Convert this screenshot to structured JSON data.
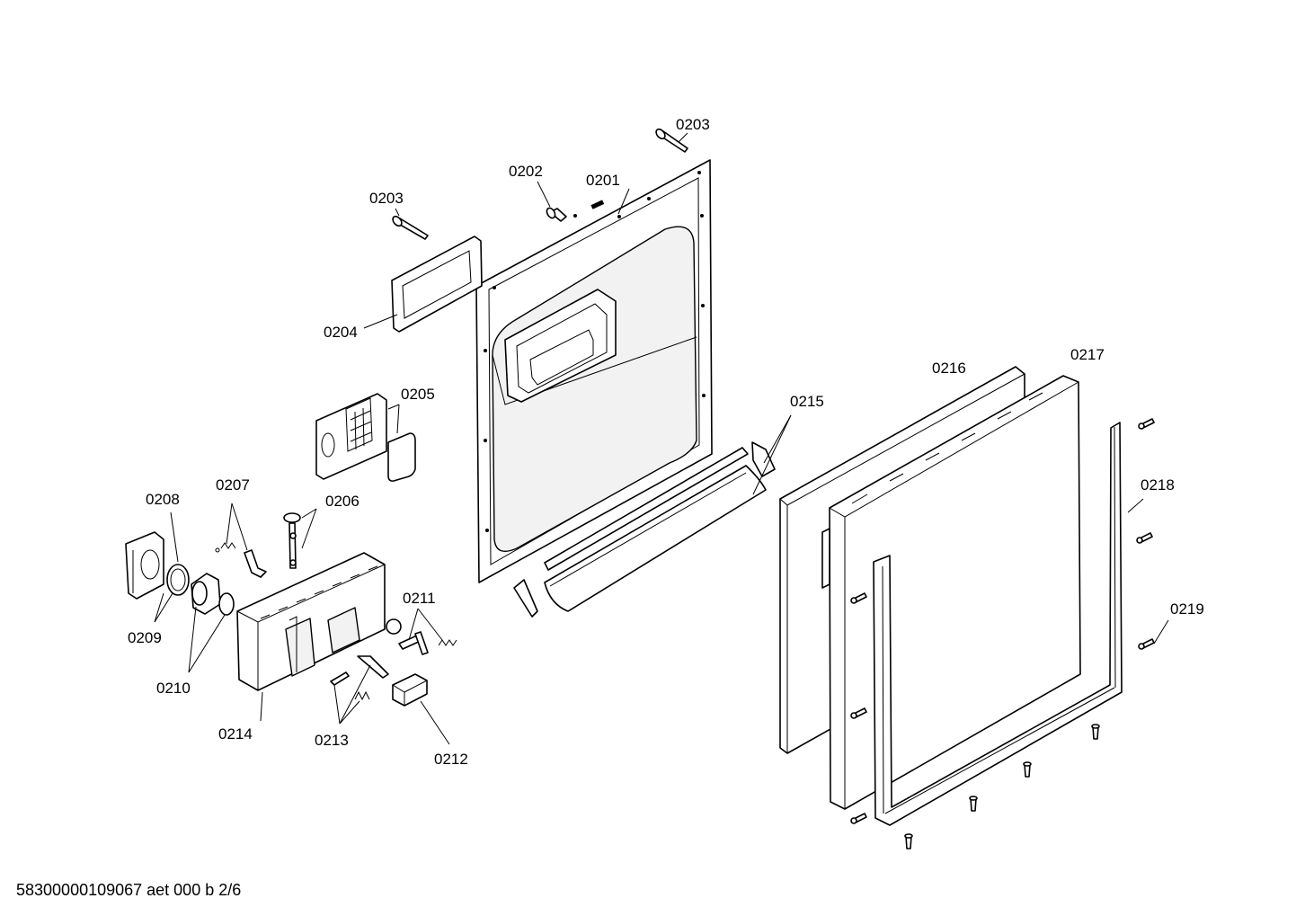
{
  "labels": {
    "l0201": "0201",
    "l0202": "0202",
    "l0203a": "0203",
    "l0203b": "0203",
    "l0204": "0204",
    "l0205": "0205",
    "l0206": "0206",
    "l0207": "0207",
    "l0208": "0208",
    "l0209": "0209",
    "l0210": "0210",
    "l0211": "0211",
    "l0212": "0212",
    "l0213": "0213",
    "l0214": "0214",
    "l0215": "0215",
    "l0216": "0216",
    "l0217": "0217",
    "l0218": "0218",
    "l0219": "0219"
  },
  "footer": {
    "code": "58300000109067 aet 000 b 2/6"
  }
}
